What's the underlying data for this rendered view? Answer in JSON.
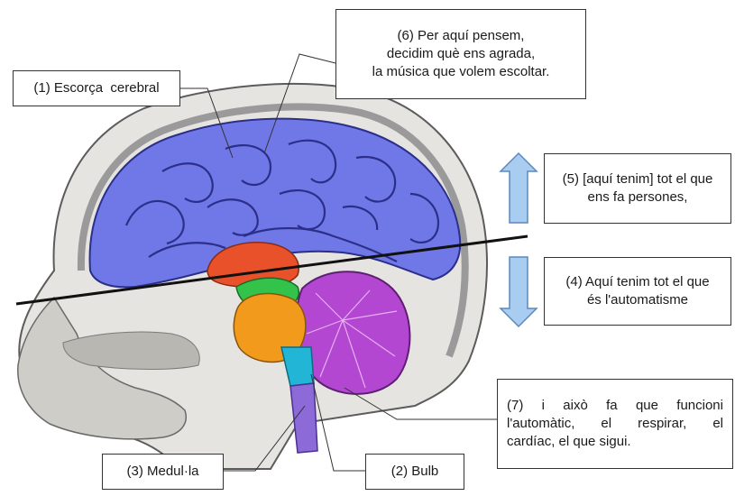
{
  "labels": {
    "cortex": "(1) Escorça  cerebral",
    "thinking": [
      "(6) Per aquí pensem,",
      "decidim què ens agrada,",
      "la música que volem escoltar."
    ],
    "upper": [
      "(5) [aquí tenim] tot el que",
      "ens fa persones,"
    ],
    "lower": [
      "(4) Aquí tenim tot el que",
      "és l'automatisme"
    ],
    "automatic": [
      "(7)  i  això  fa  que  funcioni",
      "l'automàtic,  el  respirar,  el",
      "cardíac, el que sigui."
    ],
    "spinal": "(3) Medul·la",
    "bulb": "(2) Bulb"
  },
  "colors": {
    "cortex": "#6f78e6",
    "thalamus": "#e8512a",
    "midbrain": "#33c24a",
    "pons": "#f29a1c",
    "medulla": "#23b5d6",
    "cerebellum": "#b347d1",
    "spinal_cord": "#8c6ad8",
    "arrow_fill": "#a9cdf0",
    "arrow_stroke": "#5b89bd"
  },
  "icons": {
    "up": "arrow-up-icon",
    "down": "arrow-down-icon"
  }
}
